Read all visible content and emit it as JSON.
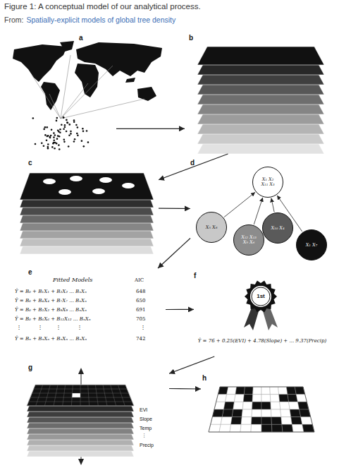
{
  "diagram": {
    "title": "Figure 1: A conceptual model of our analytical process.",
    "nodes": [
      {
        "text": [
          "a"
        ]
      },
      {
        "text": [
          "b"
        ]
      },
      {
        "text": [
          "c"
        ]
      },
      {
        "text": [
          "d"
        ]
      },
      {
        "text": [
          "X₁ X₂ X₁₁ X₃"
        ],
        "in": 3
      },
      {
        "text": [
          "X₅ X₈"
        ],
        "in": 3
      },
      {
        "text": [
          "X₁₂ X₁₃ X₉ X₆"
        ],
        "in": 3
      },
      {
        "text": [
          "X₁₀ X₄"
        ],
        "in": 3
      },
      {
        "text": [
          "X₁ X₇"
        ],
        "in": 3
      },
      {
        "text": [
          "e",
          "Fitted Models",
          "AIC",
          "Ŷ = B₀ + B₁X₁ + B₂X₂ ... BₙXₙ",
          "648",
          "Ŷ = B₀ + B₄X₄ + B₇X₇ ... BₙXₙ",
          "650",
          "Ŷ = B₀ + B₂X₂ + B₉X₉ ... BₙXₙ",
          "691",
          "Ŷ = B₀ + B₆X₆ + B₁₂X₁₂ ... BₙXₙ",
          "705",
          "⋮",
          "⋮",
          "⋮",
          "⋮",
          "⋮",
          "Ŷ = Bₙ + BₙXₙ + BₙXₙ ... BₙXₙ",
          "742"
        ]
      },
      {
        "text": [
          "f",
          "1st",
          "Ŷ = 76 + 0.25(EVI) + 4.78(Slope) + ... 9.37(Precip)"
        ]
      },
      {
        "text": [
          "g",
          "EVI",
          "Slope",
          "Temp",
          "⋮",
          "Precip"
        ]
      },
      {
        "text": [
          "h"
        ]
      }
    ],
    "edges": [
      {
        "from": 0,
        "to": 1,
        "arrow": "to"
      },
      {
        "from": 1,
        "to": 2,
        "arrow": "to"
      },
      {
        "from": 2,
        "to": 3,
        "arrow": "to"
      },
      {
        "from": 3,
        "to": 9,
        "arrow": "to"
      },
      {
        "from": 9,
        "to": 10,
        "arrow": "to"
      },
      {
        "from": 10,
        "to": 11,
        "arrow": "to"
      },
      {
        "from": 11,
        "to": 12,
        "arrow": "to"
      },
      {
        "from": 5,
        "to": 4,
        "arrow": "to"
      },
      {
        "from": 6,
        "to": 4,
        "arrow": "to"
      },
      {
        "from": 7,
        "to": 4,
        "arrow": "to"
      },
      {
        "from": 8,
        "to": 4,
        "arrow": "to"
      }
    ],
    "labels": [
      "From:",
      "Spatially-explicit models of global tree density"
    ]
  }
}
